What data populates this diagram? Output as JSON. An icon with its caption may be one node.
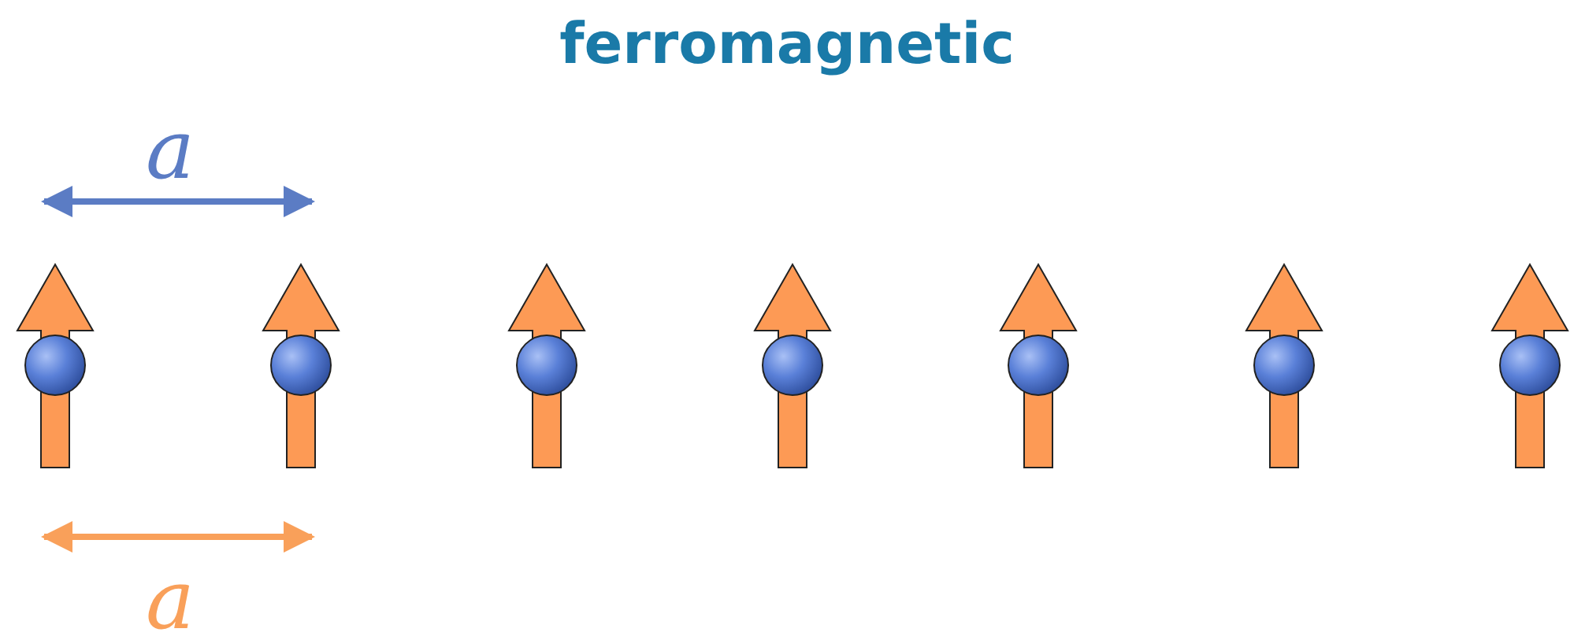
{
  "diagram": {
    "title": "ferromagnetic",
    "labels": [
      "a",
      "a"
    ]
  }
}
